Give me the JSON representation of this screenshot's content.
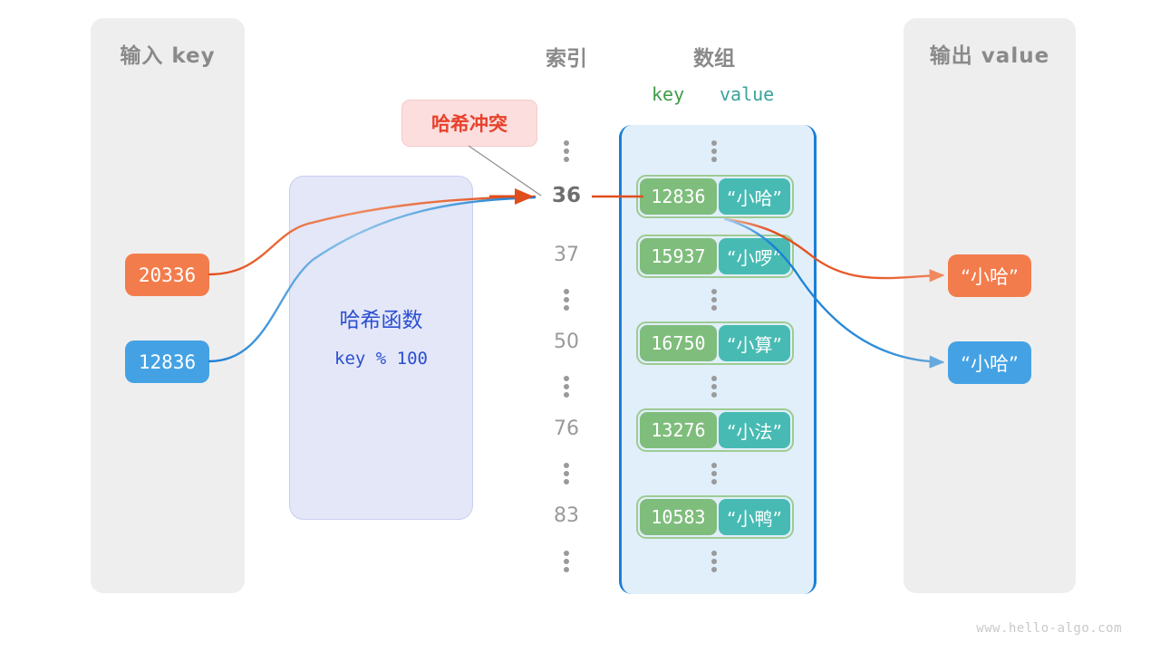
{
  "watermark": "www.hello-algo.com",
  "input_panel": {
    "title": "输入 key",
    "keys": [
      {
        "text": "20336",
        "color": "#f37c4c"
      },
      {
        "text": "12836",
        "color": "#44a2e4"
      }
    ]
  },
  "hash_function": {
    "title": "哈希函数",
    "expression": "key % 100",
    "box_color": "#e3e7f8",
    "text_color": "#2b4fd1"
  },
  "collision": {
    "label": "哈希冲突",
    "text_color": "#e8412c",
    "box_color": "#fbdedd"
  },
  "array": {
    "title": "数组",
    "index_title": "索引",
    "key_header": "key",
    "value_header": "value",
    "key_header_color": "#3d9b47",
    "value_header_color": "#3aa39b",
    "container_color": "#e1effb",
    "container_border_color": "#1a7fd4",
    "rows": [
      {
        "kind": "ellipsis",
        "index": ""
      },
      {
        "kind": "entry",
        "index": "36",
        "key": "12836",
        "value": "“小哈”",
        "highlight": true
      },
      {
        "kind": "entry",
        "index": "37",
        "key": "15937",
        "value": "“小啰”",
        "highlight": false
      },
      {
        "kind": "ellipsis",
        "index": ""
      },
      {
        "kind": "entry",
        "index": "50",
        "key": "16750",
        "value": "“小算”",
        "highlight": false
      },
      {
        "kind": "ellipsis",
        "index": ""
      },
      {
        "kind": "entry",
        "index": "76",
        "key": "13276",
        "value": "“小法”",
        "highlight": false
      },
      {
        "kind": "ellipsis",
        "index": ""
      },
      {
        "kind": "entry",
        "index": "83",
        "key": "10583",
        "value": "“小鸭”",
        "highlight": false
      },
      {
        "kind": "ellipsis",
        "index": ""
      }
    ]
  },
  "output_panel": {
    "title": "输出 value",
    "values": [
      {
        "text": "“小哈”",
        "color": "#f37c4c"
      },
      {
        "text": "“小哈”",
        "color": "#44a2e4"
      }
    ]
  }
}
